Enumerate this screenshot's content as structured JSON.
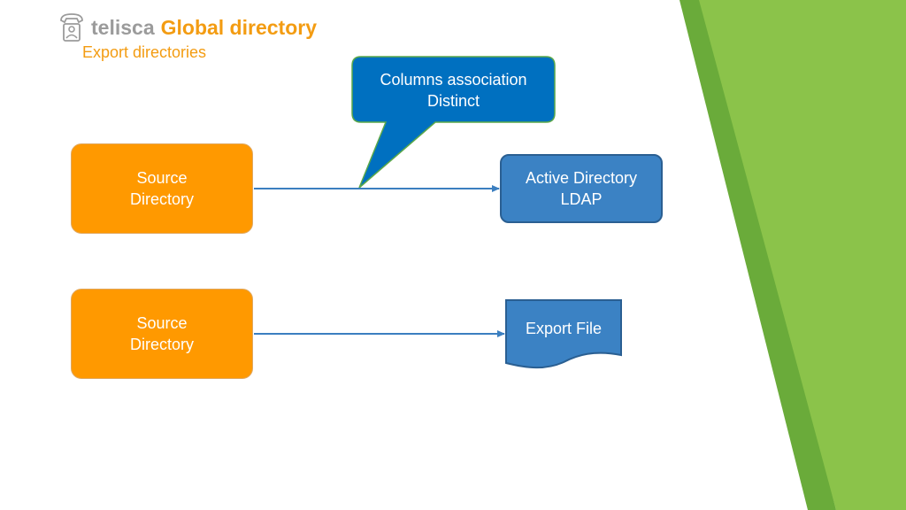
{
  "header": {
    "brand_name": "telisca",
    "brand_product": "Global directory",
    "subtitle": "Export directories",
    "logo_icon": "telephone-icon"
  },
  "colors": {
    "orange": "#ff9900",
    "brand_orange": "#f39c12",
    "blue": "#3b82c4",
    "callout_blue": "#0070c0",
    "green_light": "#8bc34a",
    "green_dark": "#6aab3a",
    "arrow": "#3b7fc0"
  },
  "diagram": {
    "callout": {
      "text": "Columns association\nDistinct"
    },
    "flows": [
      {
        "source": "Source\nDirectory",
        "target": "Active Directory\nLDAP",
        "target_shape": "rounded-rectangle"
      },
      {
        "source": "Source\nDirectory",
        "target": "Export File",
        "target_shape": "document"
      }
    ]
  }
}
